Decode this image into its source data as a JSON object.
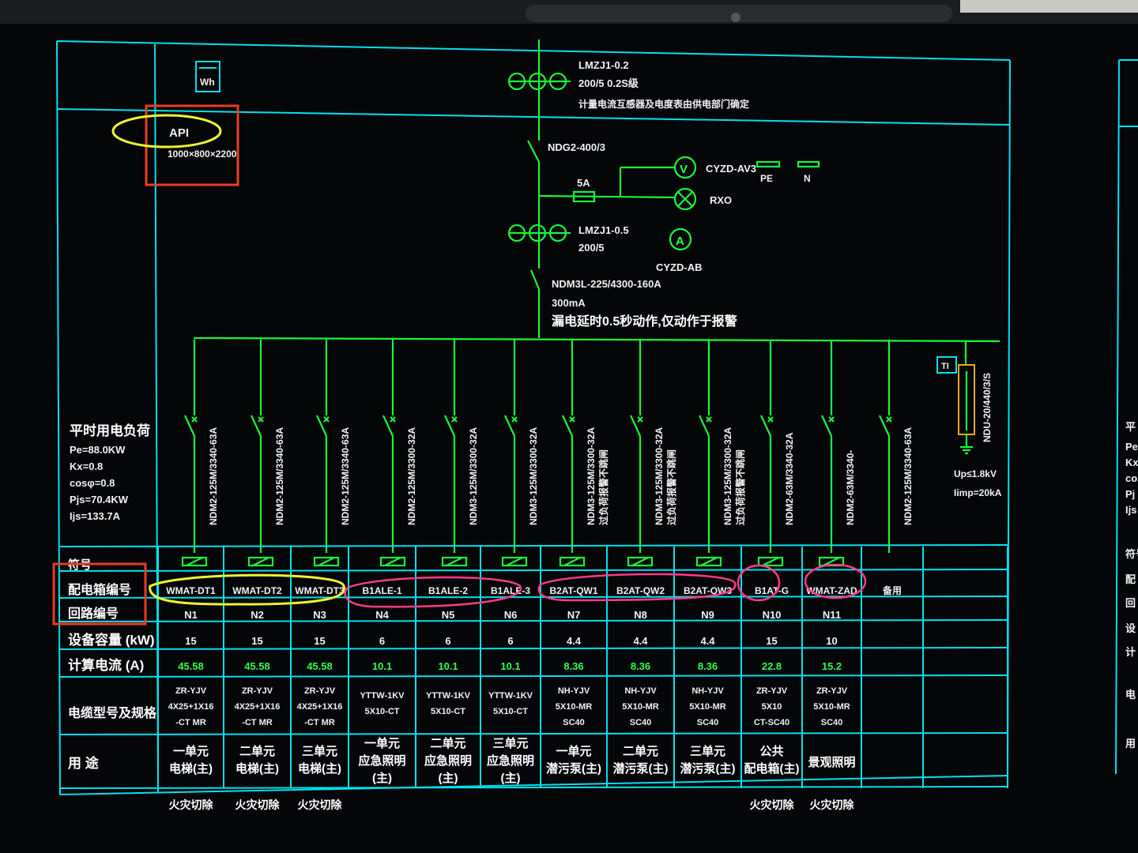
{
  "meter_label": "Wh",
  "panel": {
    "id": "API",
    "size": "1000×800×2200"
  },
  "incoming": {
    "ct_model": "LMZJ1-0.2",
    "ct_ratio": "200/5  0.2S级",
    "ct_note": "计量电流互感器及电度表由供电部门确定",
    "isolator": "NDG2-400/3",
    "fuse": "5A",
    "voltmeter_label": "V",
    "voltmeter": "CYZD-AV3",
    "lamp": "RXO",
    "pe_label": "PE",
    "n_label": "N",
    "ct2_model": "LMZJ1-0.5",
    "ct2_ratio": "200/5",
    "ammeter_label": "A",
    "ammeter": "CYZD-AB",
    "breaker": "NDM3L-225/4300-160A",
    "leakage": "300mA",
    "leakage_note": "漏电延时0.5秒动作,仅动作于报警"
  },
  "load_summary": {
    "title": "平时用电负荷",
    "lines": [
      "Pe=88.0KW",
      "Kx=0.8",
      "cosφ=0.8",
      "Pjs=70.4KW",
      "Ijs=133.7A"
    ]
  },
  "spd": {
    "tag": "TI",
    "model": "NDU-20/440/3/S",
    "up": "Up≤1.8kV",
    "imp": "Iimp=20kA"
  },
  "row_headers": {
    "code": "符号",
    "box_no": "配电箱编号",
    "circuit_no": "回路编号",
    "capacity": "设备容量 (kW)",
    "current": "计算电流 (A)",
    "cable": "电缆型号及规格",
    "usage": "用    途"
  },
  "circuits": [
    {
      "breaker": "NDM2-125M/3340-63A",
      "box": "WMAT-DT1",
      "circuit": "N1",
      "kw": "15",
      "amps": "45.58",
      "cable": [
        "ZR-YJV",
        "4X25+1X16",
        "-CT MR"
      ],
      "usage": [
        "一单元",
        "电梯(主)"
      ],
      "note": "火灾切除"
    },
    {
      "breaker": "NDM2-125M/3340-63A",
      "box": "WMAT-DT2",
      "circuit": "N2",
      "kw": "15",
      "amps": "45.58",
      "cable": [
        "ZR-YJV",
        "4X25+1X16",
        "-CT MR"
      ],
      "usage": [
        "二单元",
        "电梯(主)"
      ],
      "note": "火灾切除"
    },
    {
      "breaker": "NDM2-125M/3340-63A",
      "box": "WMAT-DT3",
      "circuit": "N3",
      "kw": "15",
      "amps": "45.58",
      "cable": [
        "ZR-YJV",
        "4X25+1X16",
        "-CT MR"
      ],
      "usage": [
        "三单元",
        "电梯(主)"
      ],
      "note": "火灾切除"
    },
    {
      "breaker": "NDM2-125M/3300-32A",
      "box": "B1ALE-1",
      "circuit": "N4",
      "kw": "6",
      "amps": "10.1",
      "cable": [
        "YTTW-1KV",
        "5X10-CT"
      ],
      "usage": [
        "一单元",
        "应急照明",
        "(主)"
      ],
      "note": ""
    },
    {
      "breaker": "NDM3-125M/3300-32A",
      "box": "B1ALE-2",
      "circuit": "N5",
      "kw": "6",
      "amps": "10.1",
      "cable": [
        "YTTW-1KV",
        "5X10-CT"
      ],
      "usage": [
        "二单元",
        "应急照明",
        "(主)"
      ],
      "note": ""
    },
    {
      "breaker": "NDM3-125M/3300-32A",
      "box": "B1ALE-3",
      "circuit": "N6",
      "kw": "6",
      "amps": "10.1",
      "cable": [
        "YTTW-1KV",
        "5X10-CT"
      ],
      "usage": [
        "三单元",
        "应急照明",
        "(主)"
      ],
      "note": ""
    },
    {
      "breaker": "NDM3-125M/3300-32A",
      "breaker_note": "过负荷报警不跳闸",
      "box": "B2AT-QW1",
      "circuit": "N7",
      "kw": "4.4",
      "amps": "8.36",
      "cable": [
        "NH-YJV",
        "5X10-MR",
        "SC40"
      ],
      "usage": [
        "一单元",
        "潜污泵(主)"
      ],
      "note": ""
    },
    {
      "breaker": "NDM3-125M/3300-32A",
      "breaker_note": "过负荷报警不跳闸",
      "box": "B2AT-QW2",
      "circuit": "N8",
      "kw": "4.4",
      "amps": "8.36",
      "cable": [
        "NH-YJV",
        "5X10-MR",
        "SC40"
      ],
      "usage": [
        "二单元",
        "潜污泵(主)"
      ],
      "note": ""
    },
    {
      "breaker": "NDM3-125M/3300-32A",
      "breaker_note": "过负荷报警不跳闸",
      "box": "B2AT-QW3",
      "circuit": "N9",
      "kw": "4.4",
      "amps": "8.36",
      "cable": [
        "NH-YJV",
        "5X10-MR",
        "SC40"
      ],
      "usage": [
        "三单元",
        "潜污泵(主)"
      ],
      "note": ""
    },
    {
      "breaker": "NDM2-63M/3340-32A",
      "box": "B1AT-G",
      "circuit": "N10",
      "kw": "15",
      "amps": "22.8",
      "cable": [
        "ZR-YJV",
        "5X10",
        "CT-SC40"
      ],
      "usage": [
        "公共",
        "配电箱(主)"
      ],
      "note": "火灾切除"
    },
    {
      "breaker": "NDM2-63M/3340-",
      "box": "WMAT-ZAD",
      "circuit": "N11",
      "kw": "10",
      "amps": "15.2",
      "cable": [
        "ZR-YJV",
        "5X10-MR",
        "SC40"
      ],
      "usage": [
        "景观照明"
      ],
      "note": "火灾切除"
    },
    {
      "breaker": "NDM2-125M/3340-63A",
      "box": "备用",
      "circuit": "",
      "kw": "",
      "amps": "",
      "cable": [],
      "usage": [],
      "note": ""
    }
  ],
  "right_edge_fragments": [
    "平",
    "Pe",
    "Kx",
    "cos",
    "Pj",
    "Ijs",
    "符号",
    "配",
    "回",
    "设",
    "计",
    "电",
    "用"
  ],
  "colors": {
    "frame": "#00e1ee",
    "wire": "#19f53a",
    "text": "#f1f1f1",
    "red_box": "#ec3b24",
    "yellow_circle": "#eef52e",
    "pink_circle": "#ff3a8a"
  }
}
